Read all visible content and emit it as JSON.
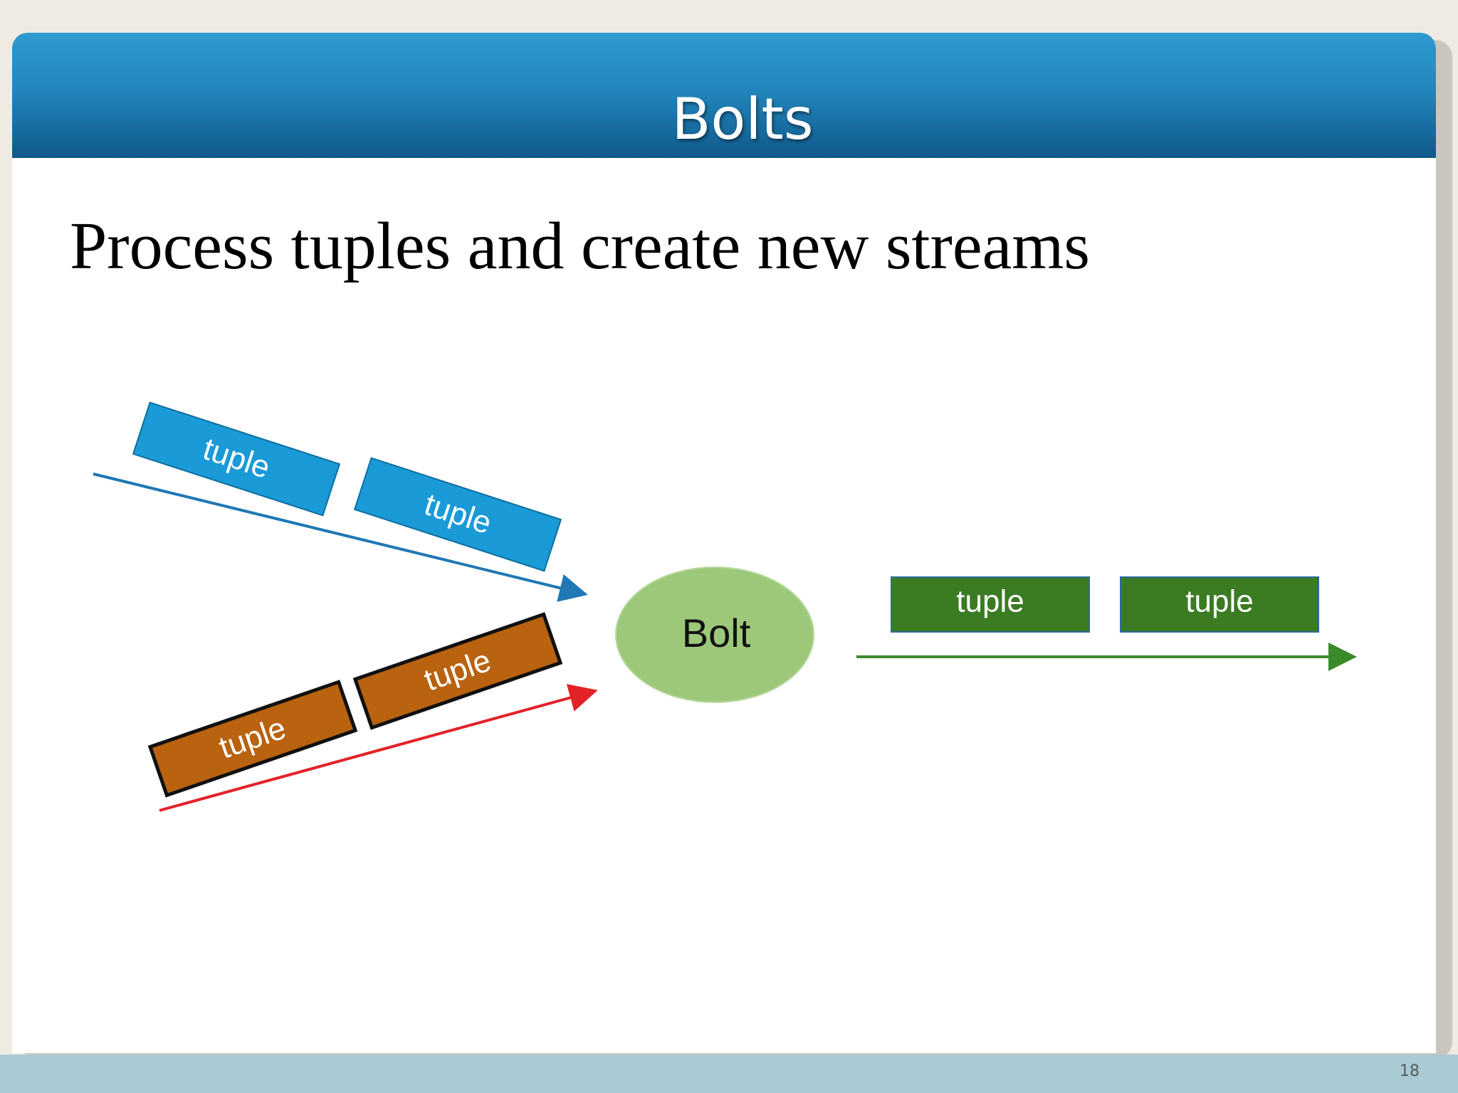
{
  "slide": {
    "title": "Bolts",
    "subtitle": "Process tuples and create new streams",
    "page_number": "18"
  },
  "diagram": {
    "bolt_label": "Bolt",
    "input_stream_blue": {
      "color": "#1a9ad6",
      "arrow_color": "#1f78b4",
      "tuples": [
        "tuple",
        "tuple"
      ]
    },
    "input_stream_brown": {
      "color": "#b9620f",
      "arrow_color": "#e32228",
      "tuples": [
        "tuple",
        "tuple"
      ]
    },
    "output_stream_green": {
      "color": "#3b7b22",
      "arrow_color": "#3a8a2a",
      "tuples": [
        "tuple",
        "tuple"
      ]
    },
    "bolt_color": "#9dc87a"
  }
}
